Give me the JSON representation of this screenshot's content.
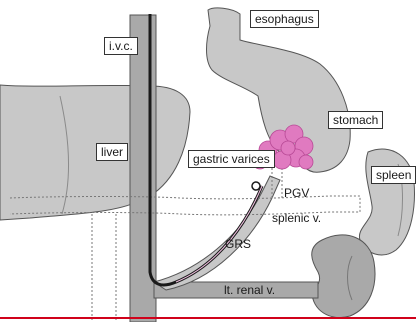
{
  "labels": {
    "ivc": "i.v.c.",
    "esophagus": "esophagus",
    "stomach": "stomach",
    "liver": "liver",
    "gastric_varices": "gastric varices",
    "spleen": "spleen",
    "pgv": "PGV",
    "splenic_v": "splenic v.",
    "grs": "GRS",
    "lt_renal_v": "lt. renal v."
  },
  "colors": {
    "organ_fill": "#c8c8c8",
    "organ_stroke": "#555555",
    "vessel_fill": "#a9a9a9",
    "varices": "#e07ac0",
    "catheter": "#1a1a1a",
    "baseline": "#d0021b"
  }
}
